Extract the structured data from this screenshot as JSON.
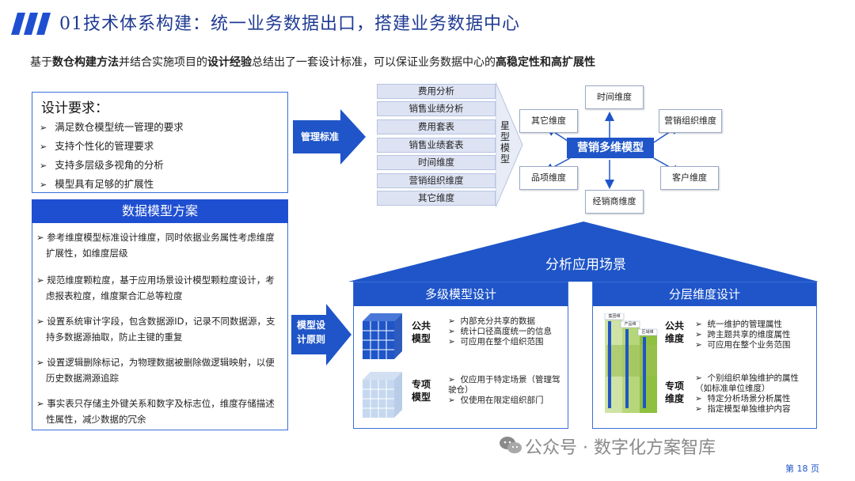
{
  "header": {
    "title": "01技术体系构建：统一业务数据出口，搭建业务数据中心"
  },
  "subtitle": {
    "p1": "基于",
    "b1": "数仓构建方法",
    "p2": "并结合实施项目的",
    "b2": "设计经验",
    "p3": "总结出了一套设计标准，可以保证业务数据中心的",
    "b3": "高稳定性和高扩展性"
  },
  "requirements": {
    "title": "设计要求：",
    "items": [
      "满足数仓模型统一管理的要求",
      "支持个性化的管理要求",
      "支持多层级多视角的分析",
      "模型具有足够的扩展性"
    ]
  },
  "data_model": {
    "title": "数据模型方案",
    "items": [
      "参考维度模型标准设计维度，同时依据业务属性考虑维度扩展性，如维度层级",
      "规范维度颗粒度，基于应用场景设计模型颗粒度设计，考虑报表粒度，维度聚合汇总等粒度",
      "设置系统审计字段，包含数据源ID，记录不同数据源，支持多数据源抽取，防止主键的重复",
      "设置逻辑删除标记，为物理数据被删除做逻辑映射，以便历史数据溯源追踪",
      "事实表只存储主外键关系和数字及标志位，维度存储描述性属性，减少数据的冗余"
    ]
  },
  "arrows": {
    "mgmt": "管理标准",
    "design_line1": "模型设",
    "design_line2": "计原则"
  },
  "dim_list": [
    "费用分析",
    "销售业绩分析",
    "费用套表",
    "销售业绩套表",
    "时间维度",
    "营销组织维度",
    "其它维度"
  ],
  "star_label": "星型模型",
  "star": {
    "center": "营销多维模型",
    "nodes": {
      "time": "时间维度",
      "other": "其它维度",
      "org": "营销组织维度",
      "product": "品项维度",
      "customer": "客户维度",
      "dealer": "经销商维度"
    }
  },
  "scenario": {
    "title": "分析应用场景"
  },
  "multi_level": {
    "title": "多级模型设计",
    "public_label_1": "公共",
    "public_label_2": "模型",
    "public_items": [
      "内部充分共享的数据",
      "统计口径高度统一的信息",
      "可应用在整个组织范围"
    ],
    "special_label_1": "专项",
    "special_label_2": "模型",
    "special_items": [
      "仅应用于特定场景（管理驾驶仓）",
      "仅使用在限定组织部门"
    ]
  },
  "layered_dim": {
    "title": "分层维度设计",
    "tags": [
      "集团维",
      "产品维",
      "区域维"
    ],
    "public_label_1": "公共",
    "public_label_2": "维度",
    "public_items": [
      "统一维护的管理属性",
      "跨主题共享的维度属性",
      "可应用在整个业务范围"
    ],
    "special_label_1": "专项",
    "special_label_2": "维度",
    "special_items": [
      "个别组织单独维护的属性（如标准单位维度）",
      "特定分析场景分析属性",
      "指定模型单独维护内容"
    ]
  },
  "footer": {
    "watermark": "公众号 · 数字化方案智库",
    "page": "第 18 页"
  },
  "colors": {
    "brand": "#1f55c8",
    "title": "#1f3a93",
    "border": "#3a6fd8"
  }
}
